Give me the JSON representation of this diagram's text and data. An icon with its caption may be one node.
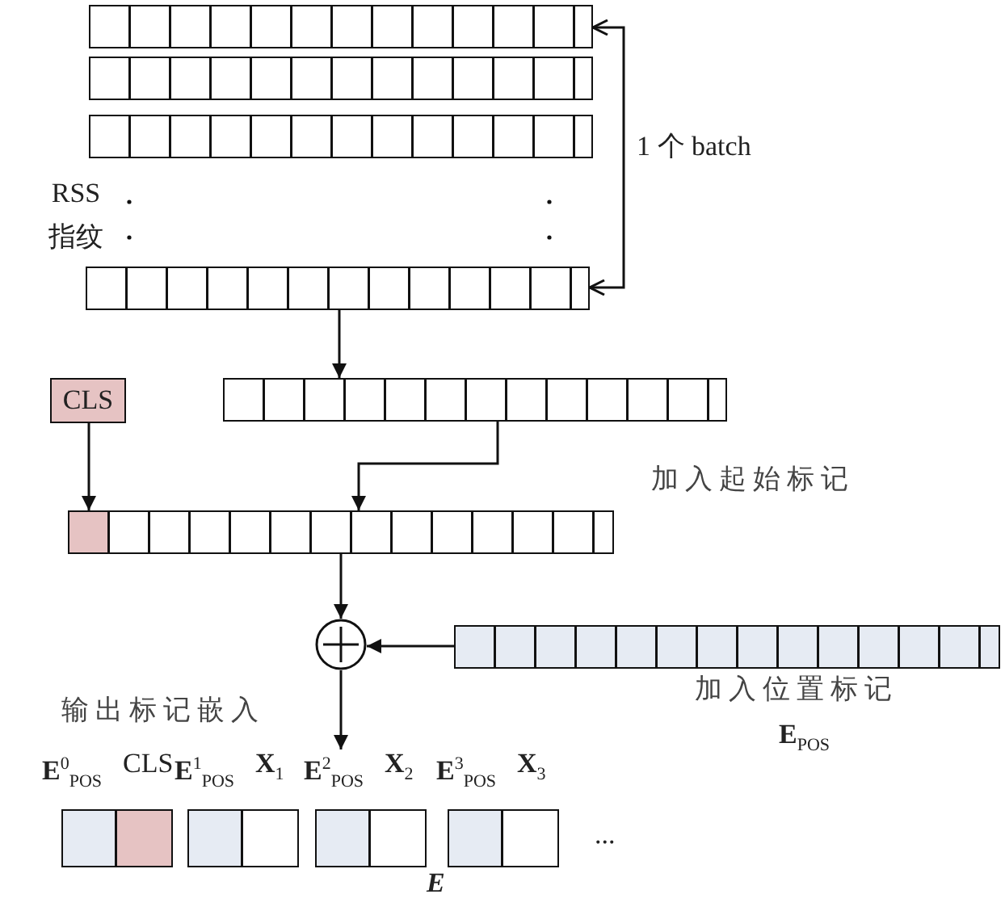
{
  "diagram": {
    "nodes": [
      {
        "text": [],
        "shape": "bar"
      },
      {
        "text": [],
        "shape": "bar"
      },
      {
        "text": [],
        "shape": "bar"
      },
      {
        "text": [],
        "shape": "bar"
      },
      {
        "text": [],
        "shape": "bar"
      },
      {
        "text": [
          "CLS"
        ]
      },
      {
        "text": [],
        "shape": "bar"
      },
      {
        "text": [],
        "shape": "circle"
      },
      {
        "text": [],
        "shape": "bar",
        "beside": [
          "加入位置标记",
          "**E**$_{POS}$"
        ]
      },
      {
        "text": [
          "**E**$^{0}$$_{POS}$",
          "CLS"
        ]
      },
      {
        "text": [
          "**E**$^{1}$$_{POS}$",
          "**X**$_{1}$"
        ]
      },
      {
        "text": [
          "**E**$^{2}$$_{POS}$",
          "**X**$_{2}$"
        ]
      },
      {
        "text": [
          "**E**$^{3}$$_{POS}$",
          "**X**$_{3}$"
        ]
      }
    ],
    "edges": [
      {
        "from": 0,
        "to": 3,
        "arrow": "both",
        "label": "1 个 batch"
      },
      {
        "from": 3,
        "to": 4,
        "arrow": "to"
      },
      {
        "from": 5,
        "to": 6,
        "arrow": "to"
      },
      {
        "from": 4,
        "to": 6,
        "arrow": "to"
      },
      {
        "from": 6,
        "to": 7,
        "arrow": "to"
      },
      {
        "from": 8,
        "to": 7,
        "arrow": "to"
      },
      {
        "from": 7,
        "to": 11,
        "arrow": "to"
      }
    ],
    "labels": [
      "RSS 指纹",
      "加入起始标记",
      "输出标记嵌入",
      "...",
      "E"
    ]
  }
}
